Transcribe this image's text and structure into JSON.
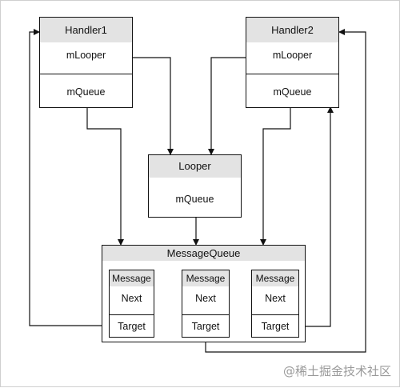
{
  "handler1": {
    "title": "Handler1",
    "field_looper": "mLooper",
    "field_queue": "mQueue"
  },
  "handler2": {
    "title": "Handler2",
    "field_looper": "mLooper",
    "field_queue": "mQueue"
  },
  "looper": {
    "title": "Looper",
    "field_queue": "mQueue"
  },
  "message_queue": {
    "title": "MessageQueue",
    "messages": [
      {
        "title": "Message",
        "next": "Next",
        "target": "Target"
      },
      {
        "title": "Message",
        "next": "Next",
        "target": "Target"
      },
      {
        "title": "Message",
        "next": "Next",
        "target": "Target"
      }
    ]
  },
  "watermark": "@稀土掘金技术社区"
}
